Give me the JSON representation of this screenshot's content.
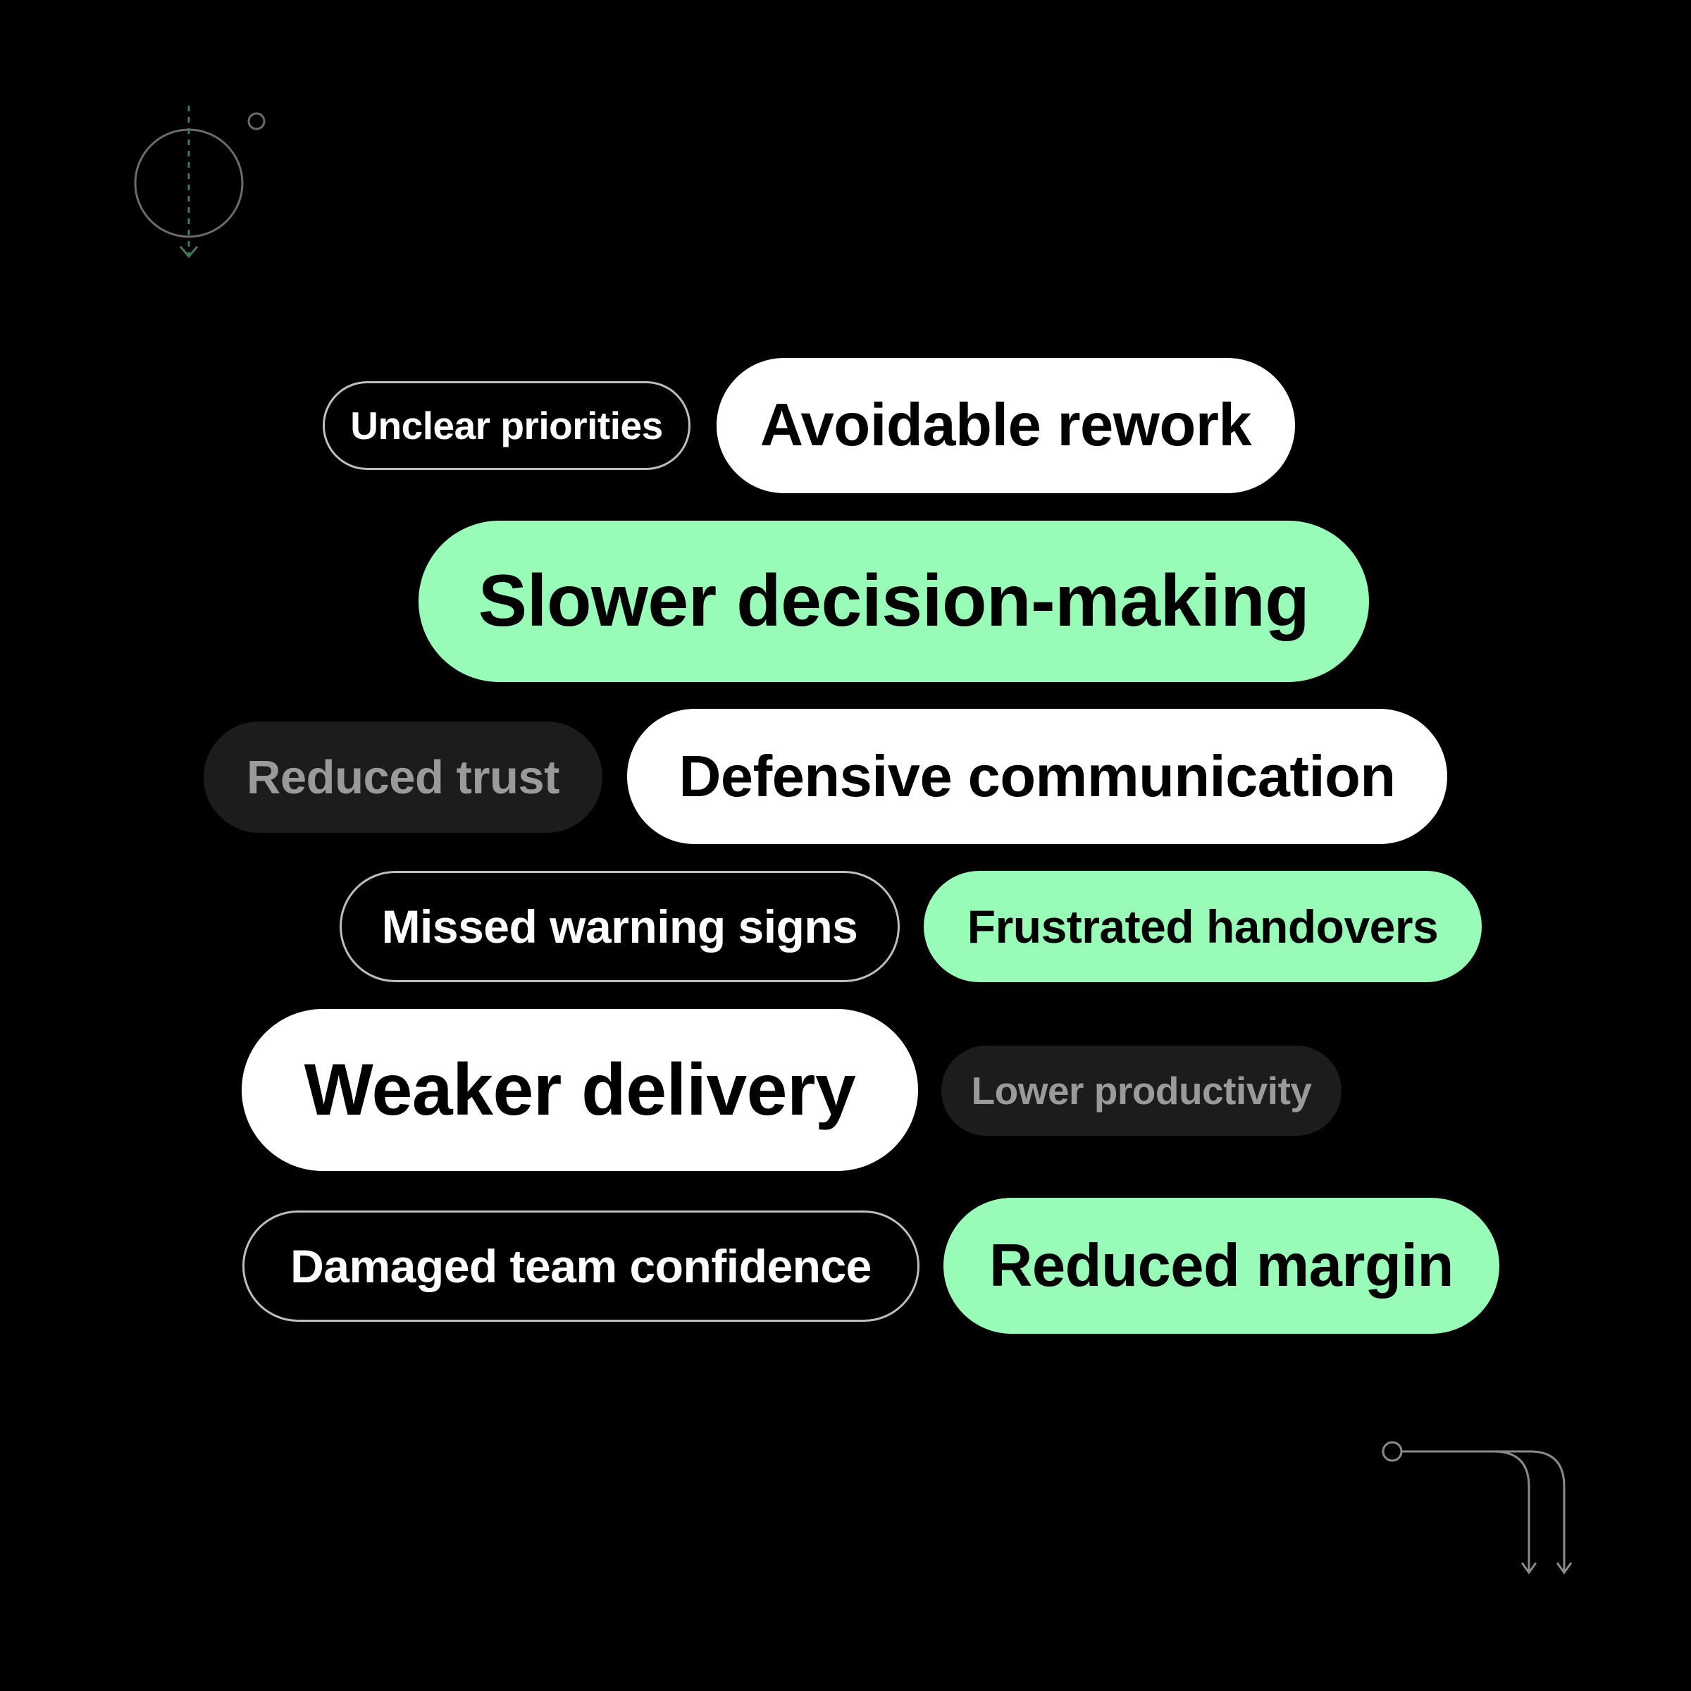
{
  "tags": [
    {
      "label": "Unclear priorities"
    },
    {
      "label": "Avoidable rework"
    },
    {
      "label": "Slower decision-making"
    },
    {
      "label": "Reduced trust"
    },
    {
      "label": "Defensive communication"
    },
    {
      "label": "Missed warning signs"
    },
    {
      "label": "Frustrated handovers"
    },
    {
      "label": "Weaker delivery"
    },
    {
      "label": "Lower productivity"
    },
    {
      "label": "Damaged team confidence"
    },
    {
      "label": "Reduced margin"
    }
  ],
  "colors": {
    "background": "#000000",
    "accent_green": "#98fbb7",
    "white": "#ffffff",
    "muted_pill": "#1c1c1c",
    "muted_text": "#9a9a9a",
    "outline": "#bdbdbd"
  }
}
